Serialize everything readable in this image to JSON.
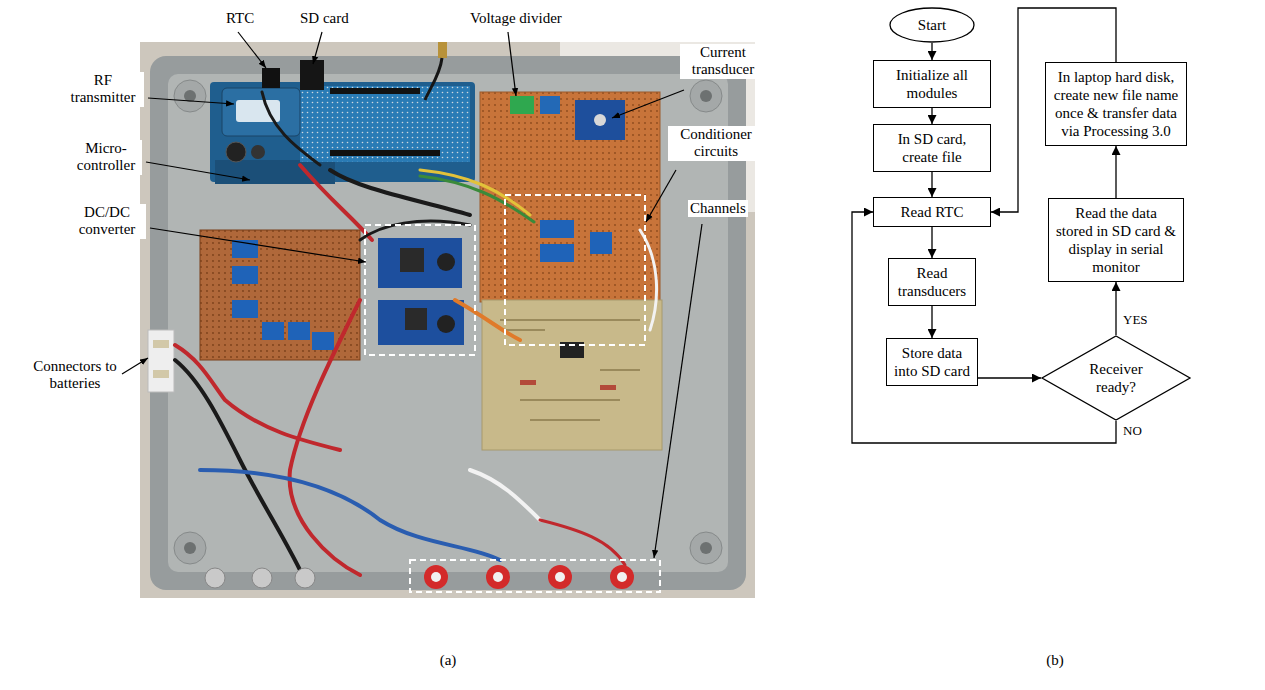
{
  "diagram": {
    "nodes": [
      {
        "text": [
          "Start"
        ]
      },
      {
        "text": [
          "Initialize all modules"
        ]
      },
      {
        "text": [
          "In SD card, create file"
        ]
      },
      {
        "text": [
          "Read RTC"
        ]
      },
      {
        "text": [
          "Read transducers"
        ]
      },
      {
        "text": [
          "Store data into SD card"
        ]
      },
      {
        "text": [
          "Receiver ready?"
        ]
      },
      {
        "text": [
          "Read the data stored in SD card & display in serial monitor"
        ]
      },
      {
        "text": [
          "In laptop hard disk, create new file name once & transfer data via Processing 3.0"
        ]
      }
    ],
    "edges": [
      {
        "from": 0,
        "to": 1,
        "arrow": "to"
      },
      {
        "from": 1,
        "to": 2,
        "arrow": "to"
      },
      {
        "from": 2,
        "to": 3,
        "arrow": "to"
      },
      {
        "from": 3,
        "to": 4,
        "arrow": "to"
      },
      {
        "from": 4,
        "to": 5,
        "arrow": "to"
      },
      {
        "from": 5,
        "to": 6,
        "arrow": "to"
      },
      {
        "from": 6,
        "to": 7,
        "label": "YES",
        "arrow": "to"
      },
      {
        "from": 7,
        "to": 8,
        "arrow": "to"
      },
      {
        "from": 8,
        "to": 3,
        "arrow": "to"
      },
      {
        "from": 6,
        "to": 3,
        "label": "NO",
        "arrow": "to"
      }
    ],
    "labels": [
      "RTC",
      "SD card",
      "Voltage divider",
      "RF transmitter",
      "Current transducer",
      "Micro-controller",
      "Conditioner circuits",
      "DC/DC converter",
      "Channels",
      "Connectors to batteries",
      "(a)",
      "(b)"
    ]
  }
}
